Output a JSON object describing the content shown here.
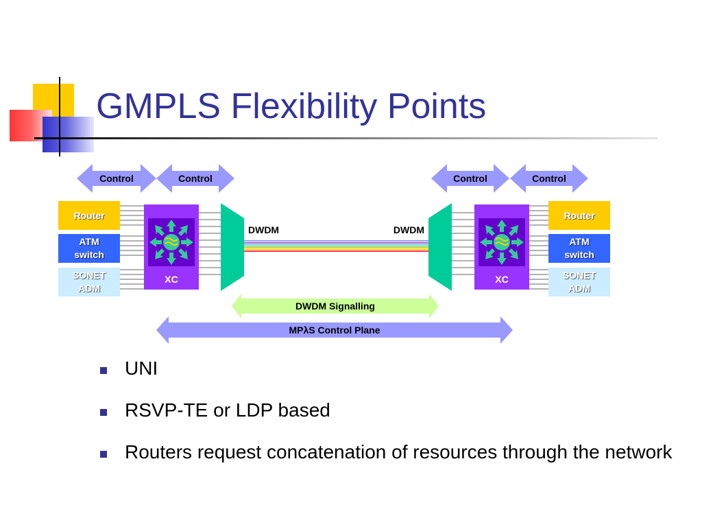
{
  "slide": {
    "title": "GMPLS Flexibility Points"
  },
  "diagram": {
    "control_labels": [
      "Control",
      "Control",
      "Control",
      "Control"
    ],
    "left_devices": [
      "Router",
      "ATM switch",
      "SONET ADM"
    ],
    "right_devices": [
      "Router",
      "ATM switch",
      "SONET ADM"
    ],
    "left_xc_label": "XC",
    "right_xc_label": "XC",
    "left_dwdm_label": "DWDM",
    "right_dwdm_label": "DWDM",
    "signalling_label": "DWDM Signalling",
    "control_plane_label": "MPλS Control Plane",
    "colors": {
      "control_arrow": "#9999ff",
      "xc_outer": "#9933ff",
      "xc_inner": "#6600cc",
      "xc_arrows": "#33cc99",
      "dwdm_mux": "#00cc99",
      "signalling_arrow": "#ccff99",
      "control_plane_arrow": "#9999ff"
    }
  },
  "bullets": [
    "UNI",
    "RSVP-TE or LDP based",
    "Routers request concatenation of resources through the network"
  ]
}
